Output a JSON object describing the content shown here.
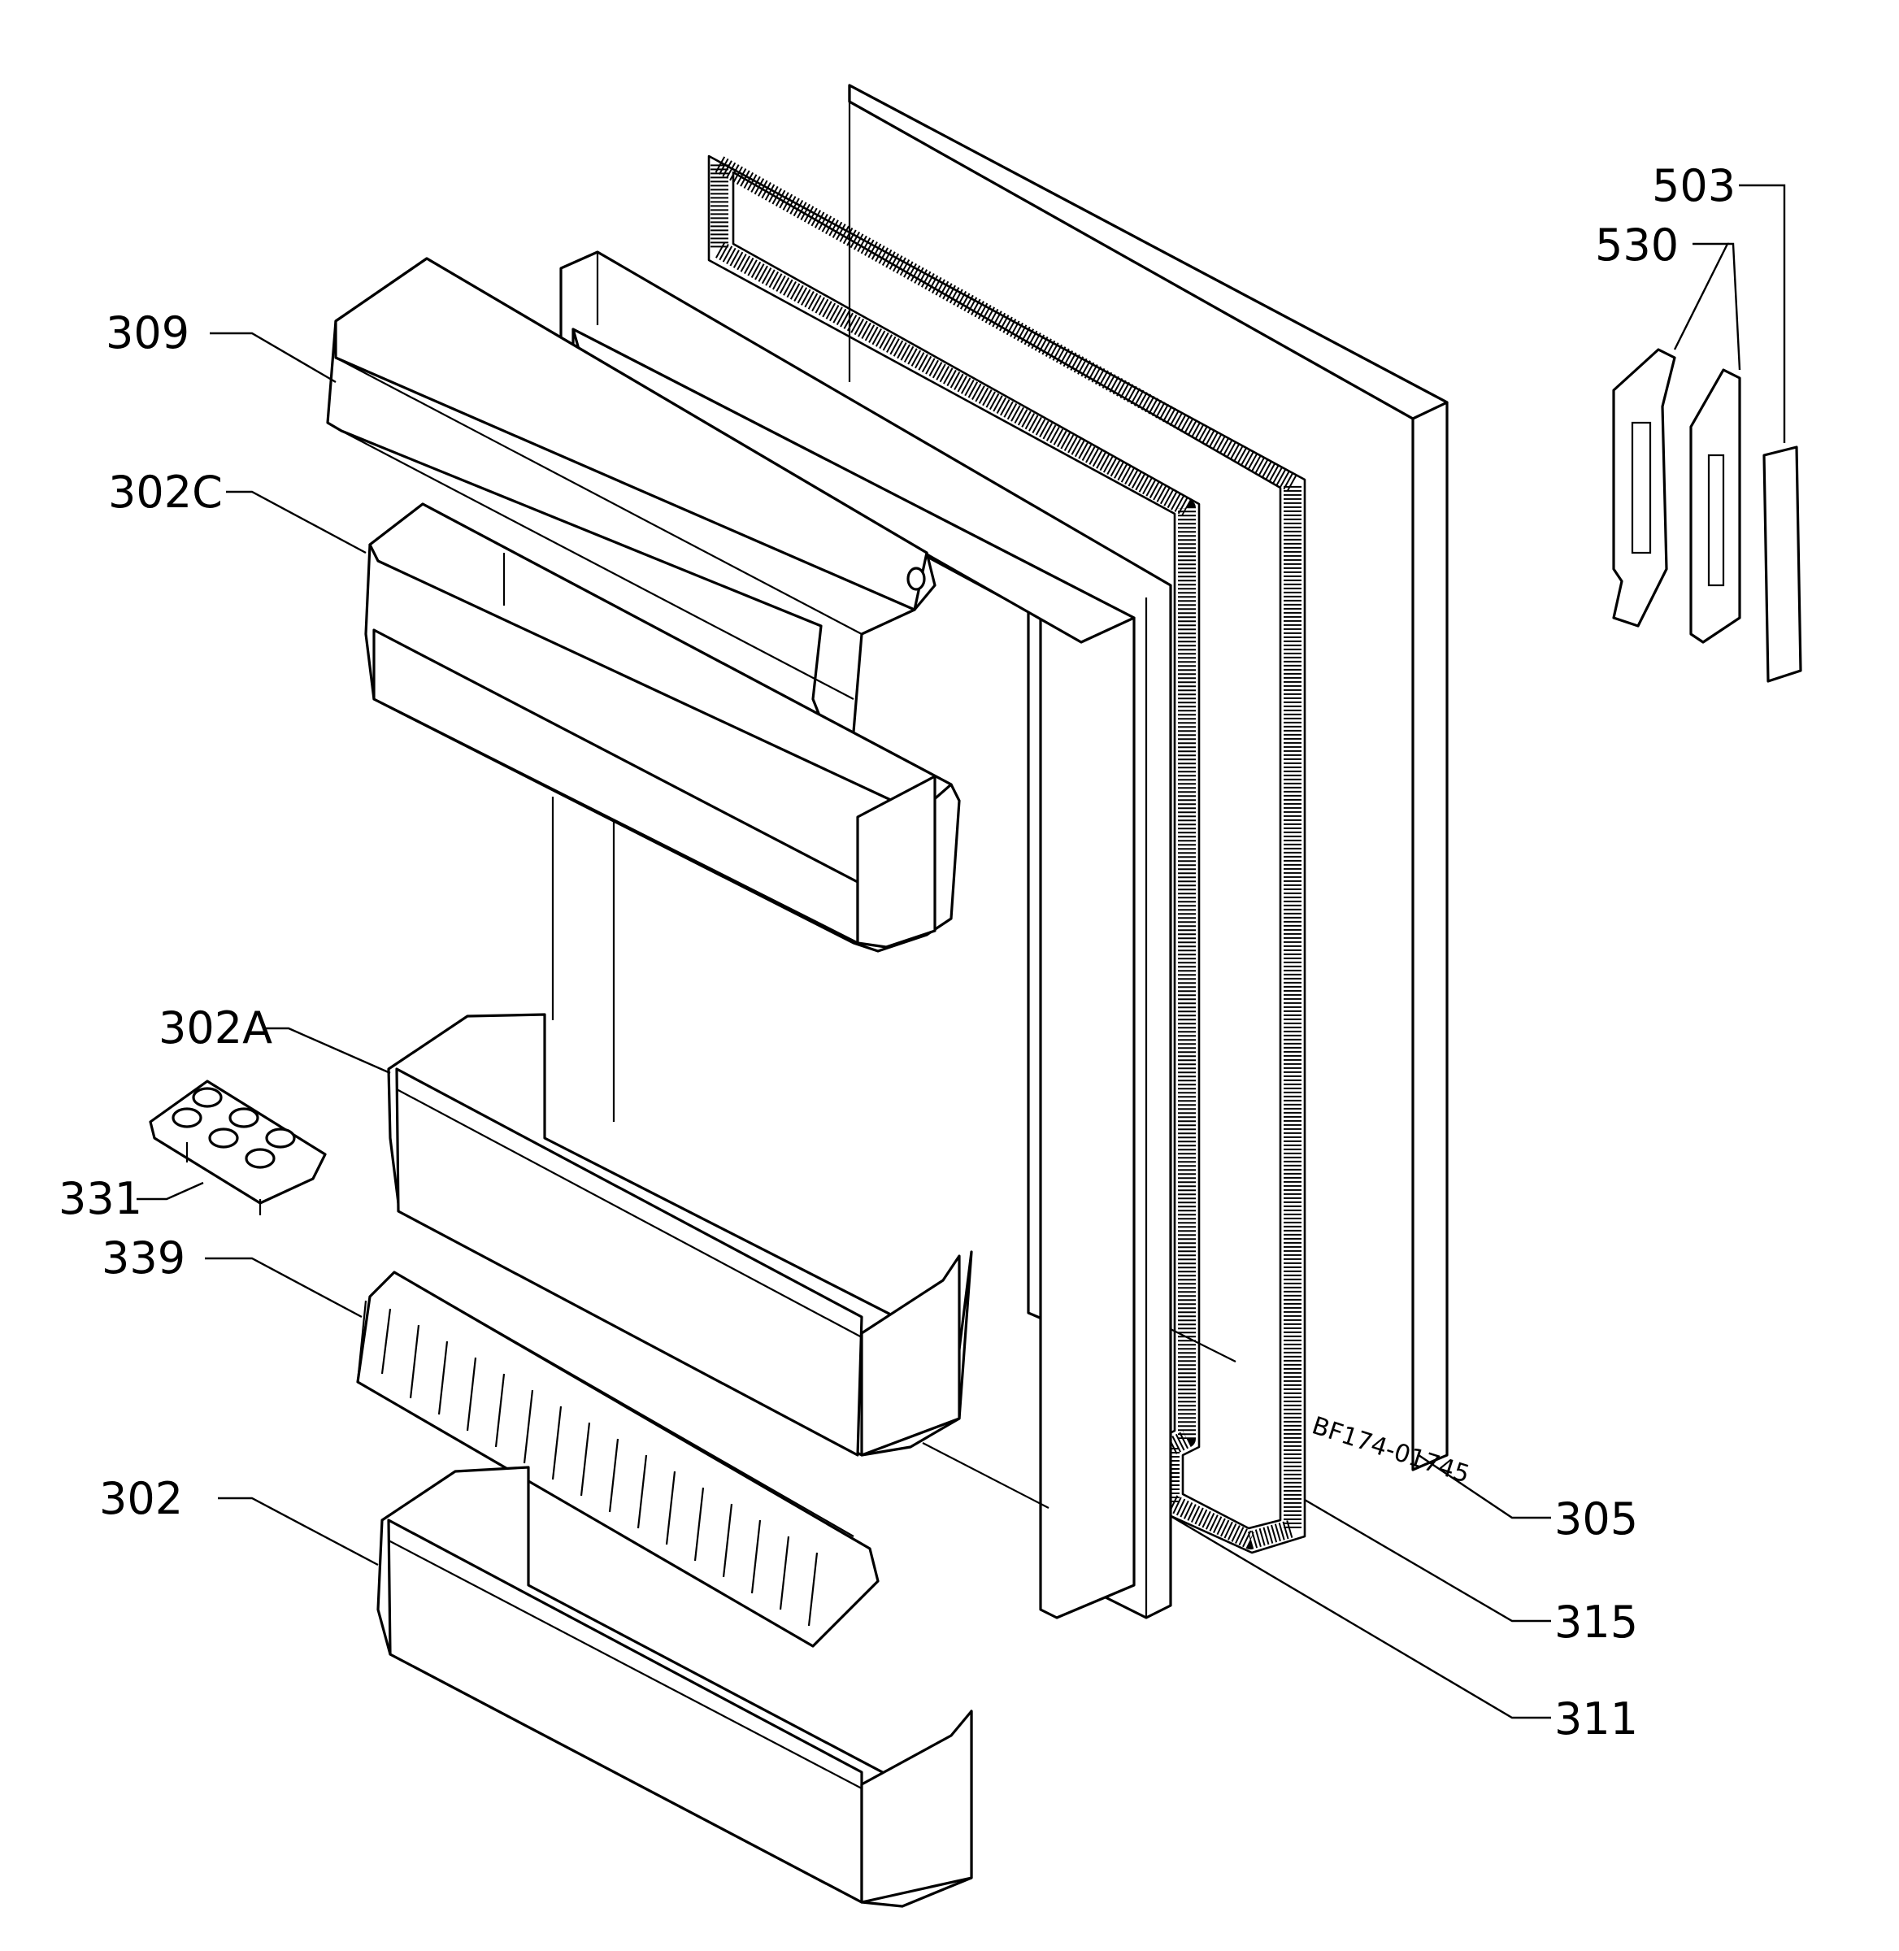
{
  "diagram": {
    "drawing_code": "BF174-01745",
    "labels": {
      "l309": "309",
      "l302c": "302C",
      "l302a": "302A",
      "l331": "331",
      "l339": "339",
      "l302": "302",
      "l503": "503",
      "l530": "530",
      "l305": "305",
      "l315": "315",
      "l311": "311"
    }
  }
}
